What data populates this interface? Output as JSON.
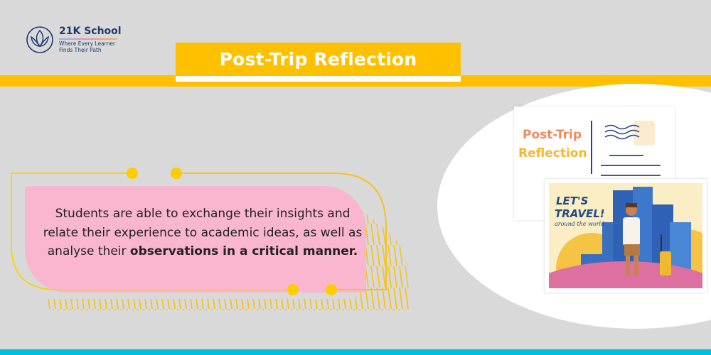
{
  "logo": {
    "name": "21K School",
    "tagline_line1": "Where Every Learner",
    "tagline_line2": "Finds Their Path",
    "icon": "lotus-icon"
  },
  "header": {
    "title": "Post-Trip Reflection"
  },
  "content": {
    "text_plain": "Students are able to exchange their insights and relate their experience to academic ideas, as well as analyse their ",
    "text_bold": "observations in a critical manner."
  },
  "illustration": {
    "postcard_title_line1": "Post-Trip",
    "postcard_title_line2": "Reflection",
    "travel_line1": "LET'S",
    "travel_line2": "TRAVEL!",
    "travel_line3": "around the world"
  },
  "colors": {
    "accent_yellow": "#ffc000",
    "pink": "#fbb6cf",
    "navy": "#1e3a6e",
    "cyan": "#00bfdf",
    "background": "#d9d9d9"
  }
}
